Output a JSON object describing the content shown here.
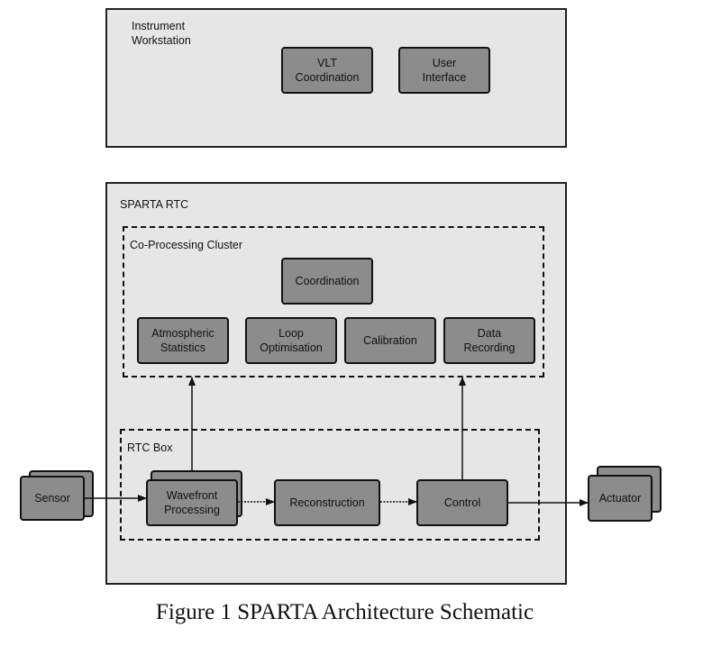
{
  "workstation": {
    "title": "Instrument\nWorkstation",
    "vlt_coordination": "VLT\nCoordination",
    "user_interface": "User\nInterface"
  },
  "sparta": {
    "title": "SPARTA RTC",
    "cluster": {
      "title": "Co-Processing Cluster",
      "coordination": "Coordination",
      "atmospheric_statistics": "Atmospheric\nStatistics",
      "loop_optimisation": "Loop\nOptimisation",
      "calibration": "Calibration",
      "data_recording": "Data\nRecording"
    },
    "rtc_box": {
      "title": "RTC Box",
      "wavefront_processing": "Wavefront\nProcessing",
      "reconstruction": "Reconstruction",
      "control": "Control"
    }
  },
  "sensor": "Sensor",
  "actuator": "Actuator",
  "caption": "Figure 1 SPARTA Architecture Schematic"
}
